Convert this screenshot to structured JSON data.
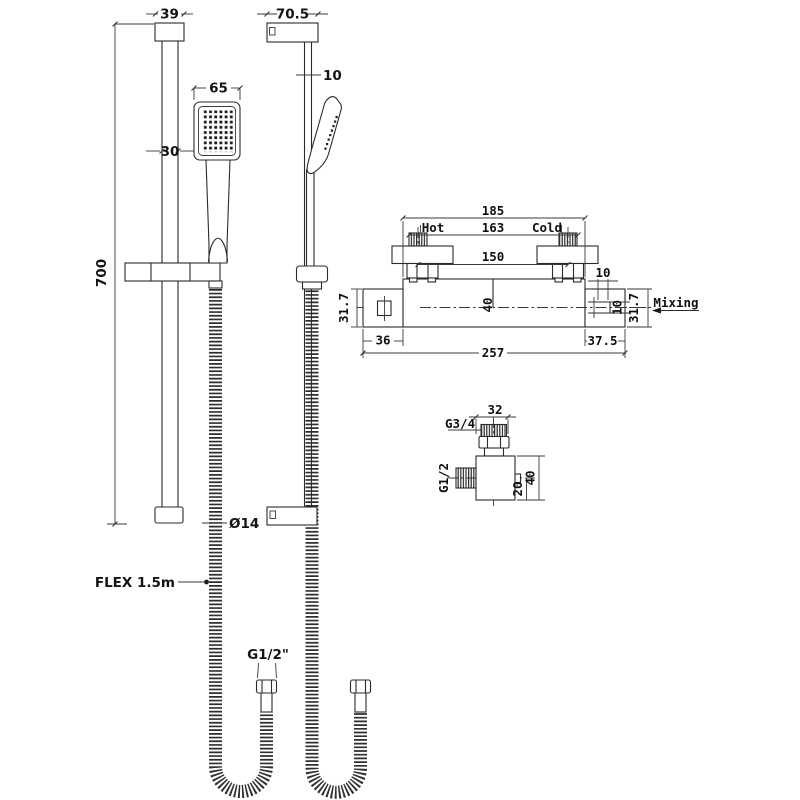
{
  "rail_front_view": {
    "dim_bracket_width": "39",
    "dim_head_width": "65",
    "dim_rail": "30",
    "dim_height": "700",
    "dim_hose_diameter": "Ø14",
    "label_flex": "FLEX 1.5m",
    "label_hose_thread": "G1/2\""
  },
  "rail_side_view": {
    "dim_bracket_depth": "70.5",
    "dim_rail_depth": "10"
  },
  "valve_view": {
    "label_hot": "Hot",
    "label_cold": "Cold",
    "label_mixing": "Mixing",
    "dim_body_width": "185",
    "dim_inlet_outer": "163",
    "dim_inlet_centres": "150",
    "dim_body_height": "40",
    "dim_outlet_offset": "10",
    "dim_outlet_port": "10",
    "dim_end_height_left": "31.7",
    "dim_end_height_right": "31.7",
    "dim_left_end": "36",
    "dim_right_end": "37.5",
    "dim_total_width": "257"
  },
  "fitting_view": {
    "dim_width": "32",
    "label_top_thread": "G3/4",
    "label_side_thread": "G1/2",
    "dim_port_offset": "20",
    "dim_height": "40"
  }
}
